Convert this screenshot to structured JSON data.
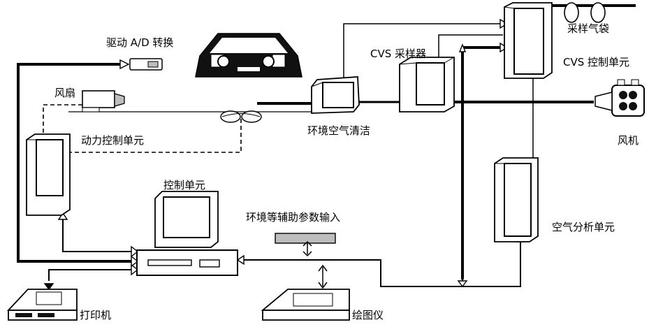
{
  "labels": {
    "drive_ad": "驱动 A/D 转换",
    "fan": "风扇",
    "power_control": "动力控制单元",
    "env_air_clean": "环境空气清洁",
    "cvs_sampler": "CVS 采样器",
    "sample_bag": "采样气袋",
    "cvs_control": "CVS 控制单元",
    "blower": "风机",
    "control_unit": "控制单元",
    "env_aux_input": "环境等辅助参数输入",
    "air_analysis": "空气分析单元",
    "printer": "打印机",
    "plotter": "绘图仪"
  },
  "colors": {
    "stroke": "#000000",
    "fill_gray": "#bdbdbd",
    "fill_dark": "#1a1a1a",
    "background": "#ffffff"
  },
  "icons": [
    "car-icon",
    "fan-icon",
    "blower-icon",
    "printer-icon",
    "plotter-icon",
    "computer-icon",
    "sample-bag-icon"
  ]
}
